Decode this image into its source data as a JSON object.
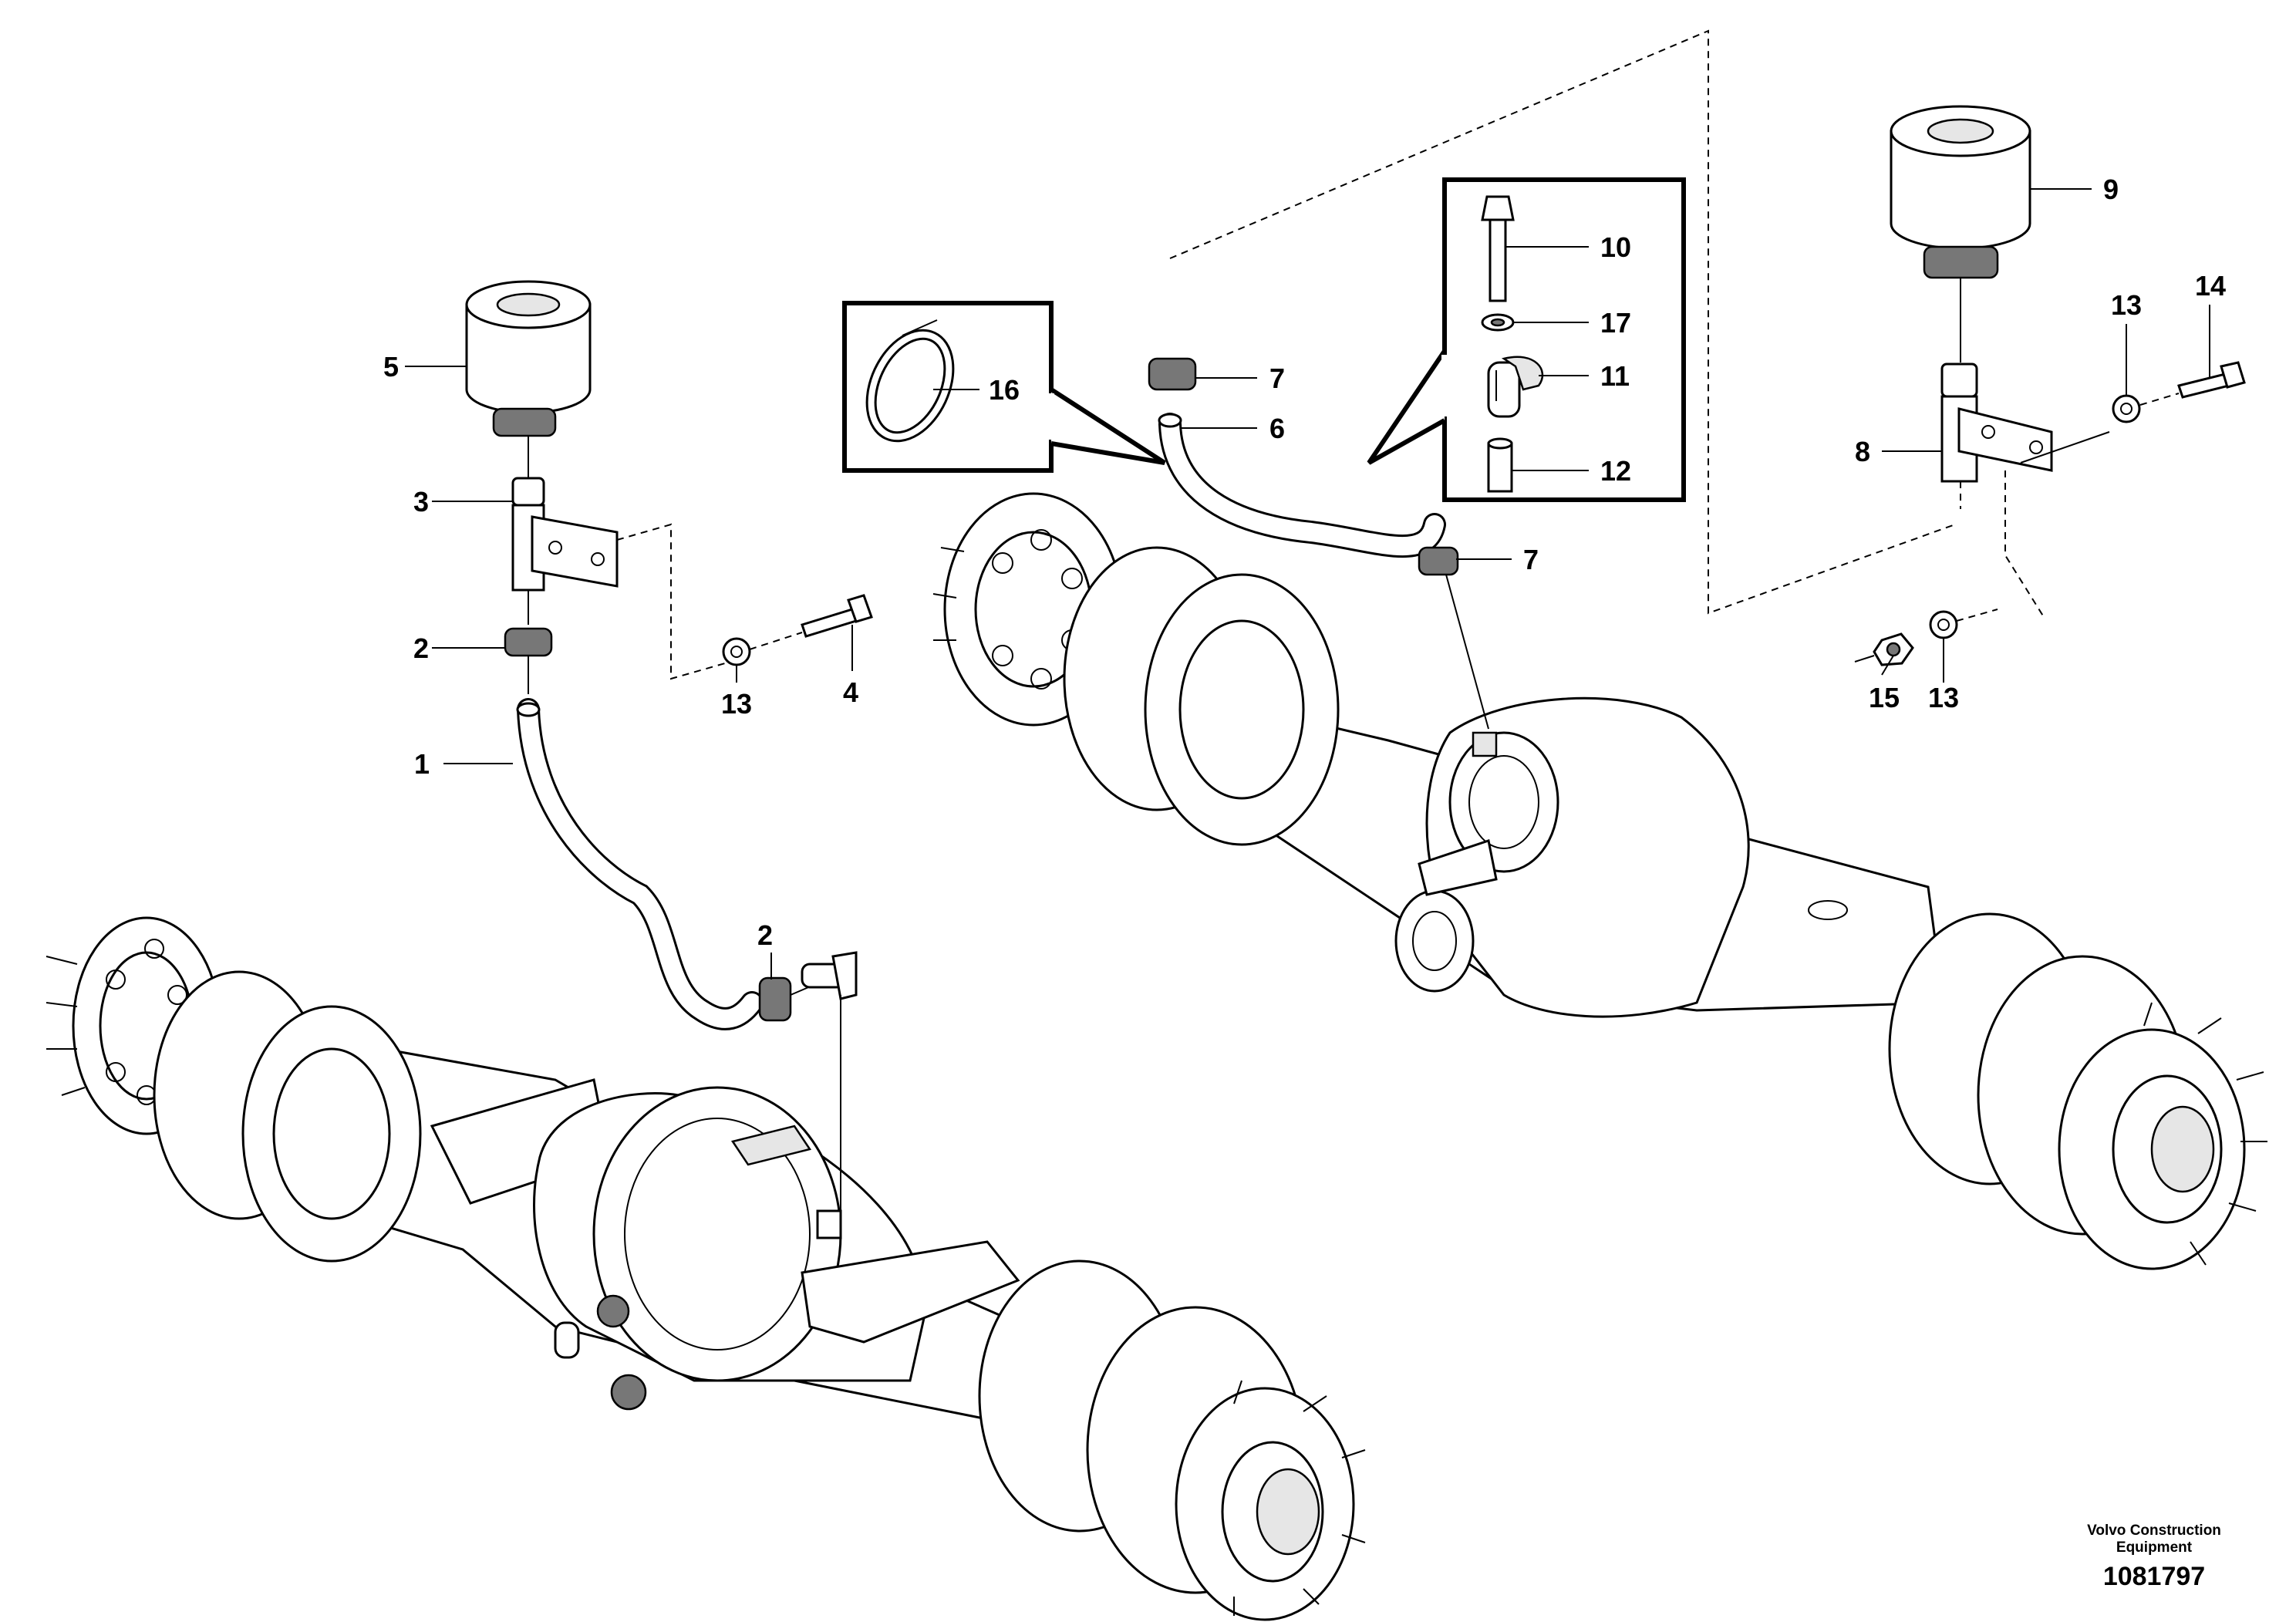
{
  "callouts": {
    "c1": "1",
    "c2a": "2",
    "c2b": "2",
    "c3": "3",
    "c4": "4",
    "c5": "5",
    "c6": "6",
    "c7a": "7",
    "c7b": "7",
    "c8": "8",
    "c9": "9",
    "c10": "10",
    "c11": "11",
    "c12": "12",
    "c13a": "13",
    "c13b": "13",
    "c13c": "13",
    "c14": "14",
    "c15": "15",
    "c16": "16",
    "c17": "17"
  },
  "footer": {
    "brand_line1": "Volvo Construction",
    "brand_line2": "Equipment",
    "doc_number": "1081797"
  }
}
